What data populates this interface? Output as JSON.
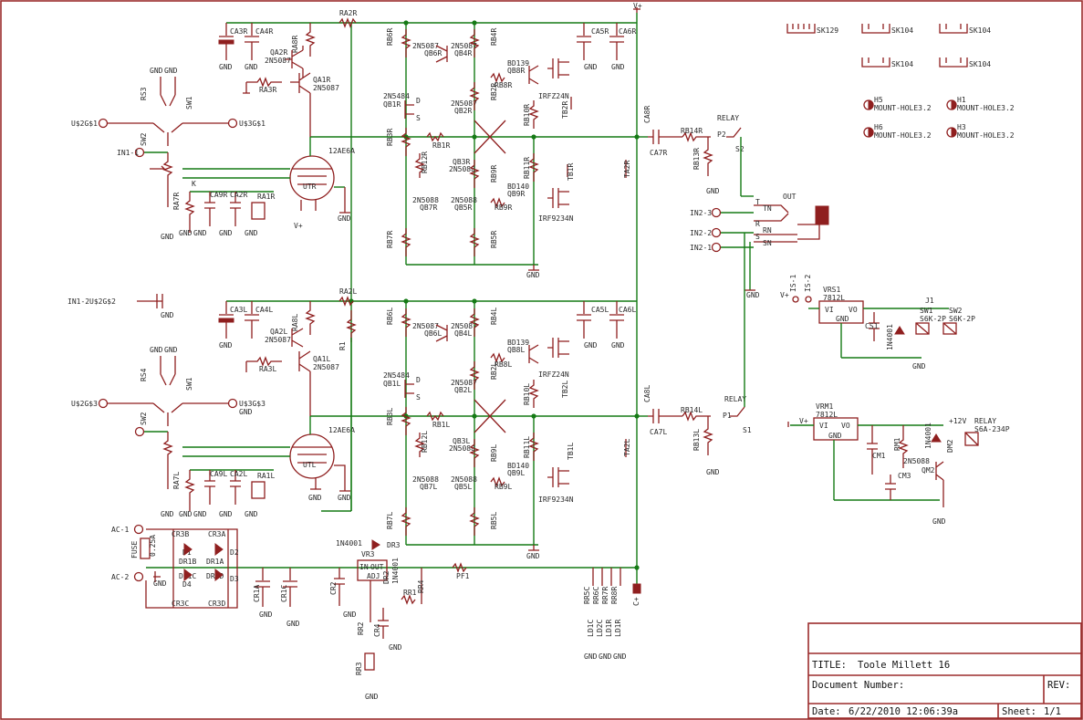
{
  "title_block": {
    "title_label": "TITLE:",
    "title": "Toole Millett 16",
    "docnum_label": "Document Number:",
    "rev_label": "REV:",
    "date_label": "Date:",
    "date": "6/22/2010 12:06:39a",
    "sheet_label": "Sheet:",
    "sheet": "1/1"
  },
  "colors": {
    "frame": "#9b2c2c",
    "wire": "#157a15",
    "component": "#8f1f1f",
    "text": "#2a2a2a"
  },
  "heatsinks": [
    "SK129",
    "SK104",
    "SK104",
    "SK104",
    "SK104"
  ],
  "mount_holes": [
    "MOUNT-HOLE3.2",
    "MOUNT-HOLE3.2",
    "MOUNT-HOLE3.2",
    "MOUNT-HOLE3.2"
  ],
  "mount_hole_refs": [
    "H5",
    "H1",
    "H6",
    "H3"
  ],
  "upper": {
    "top_label": "V+",
    "ra2": "RA2R",
    "ca3": "CA3R",
    "ca4": "CA4R",
    "qa2": "QA2R",
    "qa2p": "2N5087",
    "ra8": "RA8R",
    "ra3": "RA3R",
    "qa1": "QA1R",
    "qa1p": "2N5087",
    "gnd": "GND",
    "rs": "RS3",
    "sw": "SW1",
    "in_left": "U$2G$1",
    "in_right": "U$3G$1",
    "sw2": "SW2",
    "in": "IN1-1",
    "tube": "12AE6A",
    "tube_ref": "UTR",
    "ra7": "RA7R",
    "k": "K",
    "ca9": "CA9R",
    "ca2": "CA2R",
    "ra1": "RA1R",
    "vplus": "V+",
    "rb6": "RB6R",
    "qb6p": "2N5087",
    "qb6": "QB6R",
    "qb4p": "2N5087",
    "qb4": "QB4R",
    "rb4": "RB4R",
    "bd139": "BD139",
    "qb8": "QB8R",
    "rb8": "RB8R",
    "ca5": "CA5R",
    "ca6": "CA6R",
    "qb1p": "2N5484",
    "qb1": "QB1R",
    "d": "D",
    "s": "S",
    "qb2p": "2N5087",
    "qb2": "QB2R",
    "rb2": "RB2R",
    "irfz": "IRFZ24N",
    "tb2": "TB2R",
    "rb10": "RB10R",
    "rb3": "RB3R",
    "rb1": "RB1R",
    "rb12": "RB12R",
    "qb3": "QB3R",
    "qb3p": "2N5088",
    "rb9": "RB9R",
    "rb11": "RB11R",
    "tb1": "TB1R",
    "ta2": "TA2R",
    "bd140": "BD140",
    "qb9": "QB9R",
    "irf9": "IRF9234N",
    "rb5": "RB5R",
    "qb7p": "2N5088",
    "qb7": "QB7R",
    "qb5p": "2N5088",
    "qb5": "QB5R",
    "rb7": "RB7R",
    "ca8": "CA8R",
    "ca7": "CA7R",
    "rb14": "RB14R",
    "relay": "RELAY",
    "p": "P2",
    "s2": "S2",
    "rb13": "RB13R"
  },
  "output": {
    "out": "OUT",
    "in3": "IN2-3",
    "in2": "IN2-2",
    "in1": "IN2-1",
    "pins": [
      "T",
      "TN",
      "R",
      "RN",
      "S",
      "SN"
    ]
  },
  "lower": {
    "ra2": "RA2L",
    "ca3": "CA3L",
    "ca4": "CA4L",
    "qa2": "QA2L",
    "qa2p": "2N5087",
    "ra8": "RA8L",
    "ra3": "RA3L",
    "qa1": "QA1L",
    "qa1p": "2N5087",
    "r1": "R1",
    "in2": "IN1-2",
    "u2": "U$2G$2",
    "rs": "RS4",
    "sw": "SW1",
    "in_left": "U$2G$3",
    "in_right": "U$3G$3",
    "sw2": "SW2",
    "tube": "12AE6A",
    "tube_ref": "UTL",
    "ra7": "RA7L",
    "ca9": "CA9L",
    "ca2": "CA2L",
    "ra1": "RA1L",
    "rb6": "RB6L",
    "qb6p": "2N5087",
    "qb6": "QB6L",
    "qb4p": "2N5087",
    "qb4": "QB4L",
    "rb4": "RB4L",
    "bd139": "BD139",
    "qb8": "QB8L",
    "rb8": "RB8L",
    "ca5": "CA5L",
    "ca6": "CA6L",
    "qb1p": "2N5484",
    "qb1": "QB1L",
    "qb2p": "2N5087",
    "qb2": "QB2L",
    "rb2": "RB2L",
    "irfz": "IRFZ24N",
    "tb2": "TB2L",
    "rb10": "RB10L",
    "rb3": "RB3L",
    "rb1": "RB1L",
    "rb12": "RB12L",
    "qb3": "QB3L",
    "qb3p": "2N5088",
    "rb9": "RB9L",
    "rb11": "RB11L",
    "tb1": "TB1L",
    "ta2": "TA2L",
    "bd140": "BD140",
    "qb9": "QB9L",
    "irf9": "IRF9234N",
    "rb5": "RB5L",
    "qb7p": "2N5088",
    "qb7": "QB7L",
    "qb5p": "2N5088",
    "qb5": "QB5L",
    "rb7": "RB7L",
    "ca8": "CA8L",
    "ca7": "CA7L",
    "rb14": "RB14L",
    "relay": "RELAY",
    "p": "P1",
    "s1": "S1",
    "rb13": "RB13L"
  },
  "supply": {
    "ac1": "AC-1",
    "ac2": "AC-2",
    "fuse": "FUSE",
    "fuse_val": "0.25A",
    "cr3b": "CR3B",
    "cr3a": "CR3A",
    "dr1b": "DR1B",
    "dr1a": "DR1A",
    "dr1c": "DR1C",
    "dr1d": "DR1D",
    "cr3c": "CR3C",
    "cr3d": "CR3D",
    "d1": "D1",
    "d2": "D2",
    "d3": "D3",
    "d4": "D4",
    "cr1a": "CR1A",
    "cr1c": "CR1C",
    "cr2": "CR2",
    "diode": "1N4001",
    "dr3": "DR3",
    "vr3": "VR3",
    "in": "IN",
    "out": "OUT",
    "adj": "ADJ",
    "dr2": "DR2",
    "rr1": "RR1",
    "rr2": "RR2",
    "cr4": "CR4",
    "rr3": "RR3",
    "pf1": "PF1",
    "rr4": "RR4",
    "c_plus": "C+",
    "raw": [
      "RR5C",
      "RR6C",
      "RR7R",
      "RR8R"
    ],
    "leds": [
      "LD1C",
      "LD2C",
      "LD1R",
      "LD1R"
    ]
  },
  "reg1": {
    "vplus": "V+",
    "is1": "IS-1",
    "is2": "IS-2",
    "vrs": "VRS1",
    "part": "7812L",
    "vi": "VI",
    "vo": "VO",
    "gnd": "GND",
    "cs1": "CS1",
    "diode": "1N4001",
    "sw1": "SW1",
    "sw2": "SW2",
    "j1": "J1",
    "relay": "S6K-2P"
  },
  "reg2": {
    "vplus": "V+",
    "vrm": "VRM1",
    "part": "7812L",
    "vi": "VI",
    "vo": "VO",
    "gnd": "GND",
    "cm1": "CM1",
    "cm3": "CM3",
    "rm1": "RM1",
    "diode": "1N4001",
    "dm2": "DM2",
    "qm": "2N5088",
    "qm_ref": "QM2",
    "v12": "+12V",
    "relay": "RELAY",
    "relay_part": "S6A-234P"
  }
}
